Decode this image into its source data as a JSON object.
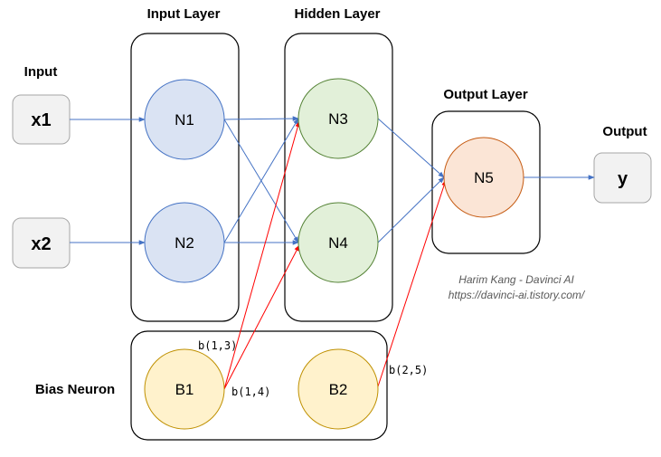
{
  "layers": {
    "input_layer": "Input Layer",
    "hidden_layer": "Hidden Layer",
    "output_layer": "Output Layer",
    "bias_neuron": "Bias Neuron"
  },
  "inputs": {
    "title": "Input",
    "x1": "x1",
    "x2": "x2"
  },
  "outputs": {
    "title": "Output",
    "y": "y"
  },
  "nodes": {
    "n1": "N1",
    "n2": "N2",
    "n3": "N3",
    "n4": "N4",
    "n5": "N5",
    "b1": "B1",
    "b2": "B2"
  },
  "bias_labels": {
    "b13": "b(1,3)",
    "b14": "b(1,4)",
    "b25": "b(2,5)"
  },
  "credit": {
    "author": "Harim Kang - Davinci AI",
    "url": "https://davinci-ai.tistory.com/"
  },
  "colors": {
    "input_node_fill": "#dae3f3",
    "input_node_stroke": "#4472c4",
    "hidden_node_fill": "#e2f0d9",
    "hidden_node_stroke": "#548235",
    "output_node_fill": "#fbe5d6",
    "output_node_stroke": "#c55a11",
    "bias_node_fill": "#fff2cc",
    "bias_node_stroke": "#bf9000",
    "weight_line": "#4472c4",
    "bias_line": "#ff0000",
    "io_box_fill": "#f2f2f2"
  }
}
